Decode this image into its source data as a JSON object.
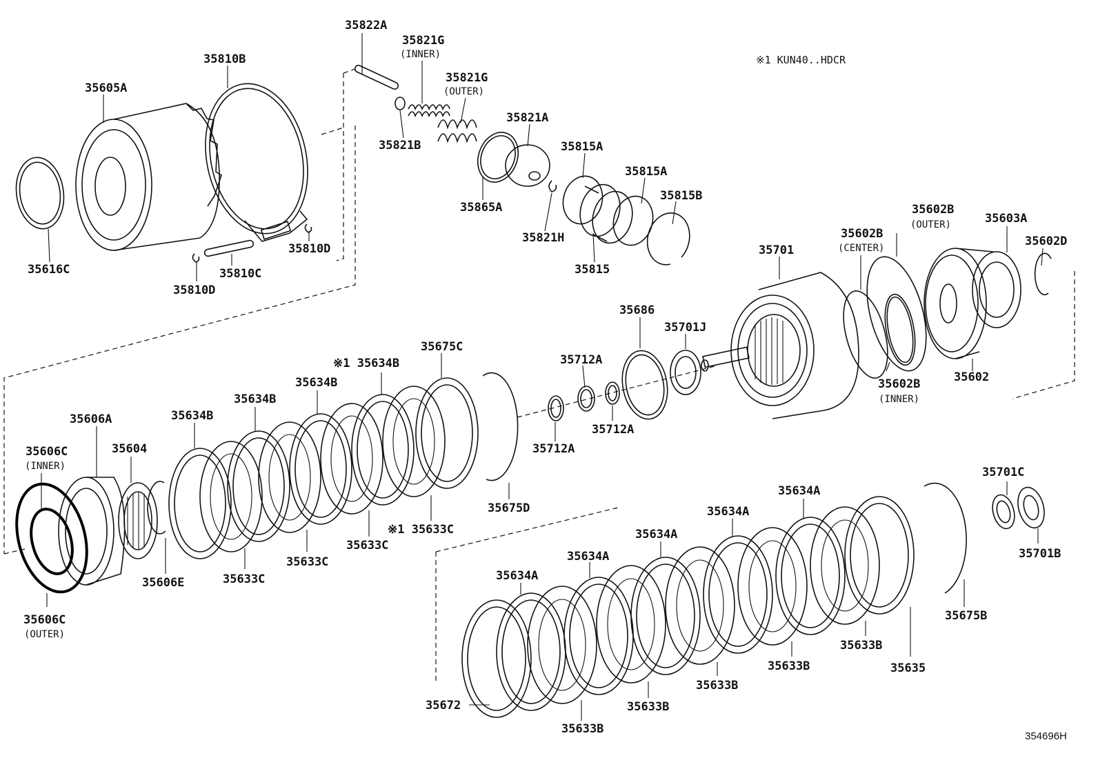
{
  "diagram": {
    "note": "※1 KUN40..HDCR",
    "catalog_number": "354696H",
    "labels": {
      "p35822A": "35822A",
      "p35821G_inner": "35821G",
      "p35821G_inner_sub": "(INNER)",
      "p35821G_outer": "35821G",
      "p35821G_outer_sub": "(OUTER)",
      "p35810B": "35810B",
      "p35605A": "35605A",
      "p35821A": "35821A",
      "p35821B": "35821B",
      "p35815A_1": "35815A",
      "p35815A_2": "35815A",
      "p35815B": "35815B",
      "p35865A": "35865A",
      "p35821H": "35821H",
      "p35815": "35815",
      "p35616C": "35616C",
      "p35810C": "35810C",
      "p35810D_1": "35810D",
      "p35810D_2": "35810D",
      "p35602B_outer": "35602B",
      "p35602B_outer_sub": "(OUTER)",
      "p35603A": "35603A",
      "p35602B_center": "35602B",
      "p35602B_center_sub": "(CENTER)",
      "p35602D": "35602D",
      "p35701": "35701",
      "p35686": "35686",
      "p35701J": "35701J",
      "p35602B_inner": "35602B",
      "p35602B_inner_sub": "(INNER)",
      "p35602": "35602",
      "p35712A_1": "35712A",
      "p35712A_2": "35712A",
      "p35712A_3": "35712A",
      "p35675C": "35675C",
      "p35634B_star": "※1 35634B",
      "p35634B_1": "35634B",
      "p35634B_2": "35634B",
      "p35634B_3": "35634B",
      "p35606A": "35606A",
      "p35606C_inner": "35606C",
      "p35606C_inner_sub": "(INNER)",
      "p35604": "35604",
      "p35675D": "35675D",
      "p35633C_star": "※1 35633C",
      "p35633C_1": "35633C",
      "p35633C_2": "35633C",
      "p35633C_3": "35633C",
      "p35606E": "35606E",
      "p35606C_outer": "35606C",
      "p35606C_outer_sub": "(OUTER)",
      "p35701C": "35701C",
      "p35701B": "35701B",
      "p35634A_1": "35634A",
      "p35634A_2": "35634A",
      "p35634A_3": "35634A",
      "p35634A_4": "35634A",
      "p35634A_5": "35634A",
      "p35675B": "35675B",
      "p35633B_1": "35633B",
      "p35633B_2": "35633B",
      "p35633B_3": "35633B",
      "p35633B_4": "35633B",
      "p35633B_5": "35633B",
      "p35635": "35635",
      "p35672": "35672"
    }
  }
}
